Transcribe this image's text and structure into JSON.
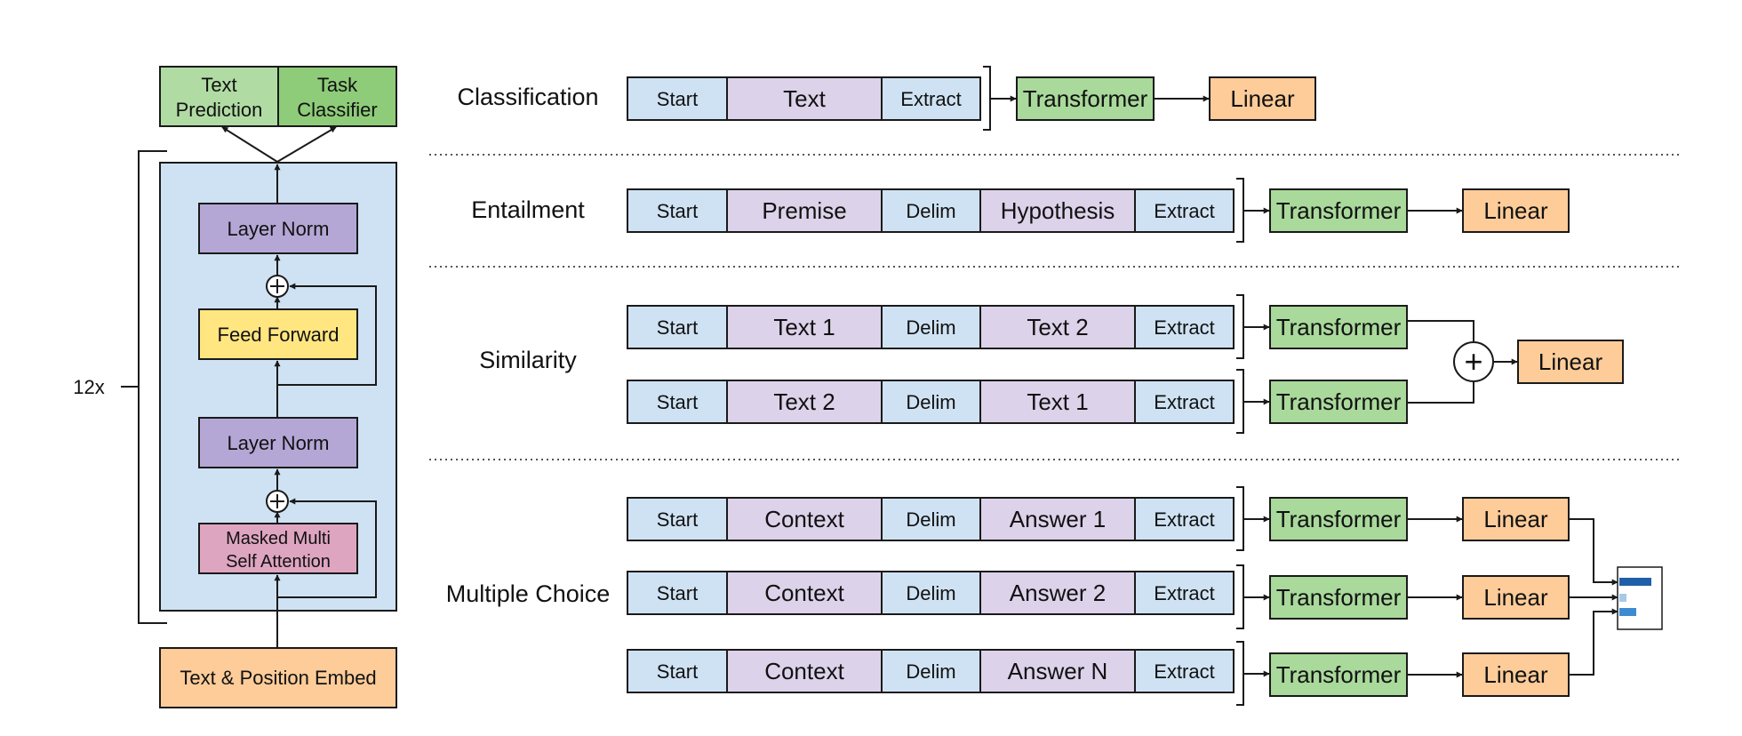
{
  "colors": {
    "start": "#cfe2f3",
    "token": "#dcd2ea",
    "transformer": "#a9d99b",
    "linear": "#fdcc99",
    "block_bg": "#cfe2f3",
    "layer_norm": "#b4a7d6",
    "feed_forward": "#ffe681",
    "attention": "#dea5c0",
    "embed": "#fdcc99",
    "text_prediction": "#b0dca3",
    "task_classifier": "#8ecc79"
  },
  "model": {
    "outputs": {
      "text_prediction": [
        "Text",
        "Prediction"
      ],
      "task_classifier": [
        "Task",
        "Classifier"
      ]
    },
    "layer_norm_top": "Layer Norm",
    "feed_forward": "Feed Forward",
    "layer_norm_bottom": "Layer Norm",
    "attention": [
      "Masked Multi",
      "Self Attention"
    ],
    "embed": "Text & Position Embed",
    "repeat": "12x"
  },
  "tasks": {
    "classification": {
      "label": "Classification",
      "tokens": [
        "Start",
        "Text",
        "Extract"
      ],
      "transformer": "Transformer",
      "linear": "Linear"
    },
    "entailment": {
      "label": "Entailment",
      "tokens": [
        "Start",
        "Premise",
        "Delim",
        "Hypothesis",
        "Extract"
      ],
      "transformer": "Transformer",
      "linear": "Linear"
    },
    "similarity": {
      "label": "Similarity",
      "rows": [
        [
          "Start",
          "Text 1",
          "Delim",
          "Text 2",
          "Extract"
        ],
        [
          "Start",
          "Text 2",
          "Delim",
          "Text 1",
          "Extract"
        ]
      ],
      "transformer": "Transformer",
      "plus": "+",
      "linear": "Linear"
    },
    "multiple_choice": {
      "label": "Multiple Choice",
      "rows": [
        [
          "Start",
          "Context",
          "Delim",
          "Answer 1",
          "Extract"
        ],
        [
          "Start",
          "Context",
          "Delim",
          "Answer 2",
          "Extract"
        ],
        [
          "Start",
          "Context",
          "Delim",
          "Answer N",
          "Extract"
        ]
      ],
      "transformer": "Transformer",
      "linear": "Linear",
      "output_icon": "softmax-bar-icon"
    }
  }
}
